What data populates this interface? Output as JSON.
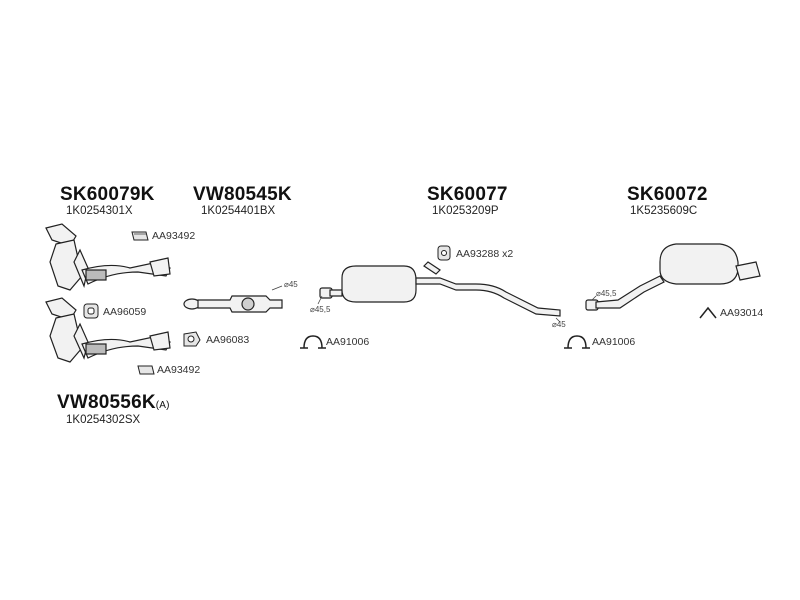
{
  "groups": [
    {
      "code": "SK60079K",
      "ref": "1K0254301X"
    },
    {
      "code": "VW80545K",
      "ref": "1K0254401BX"
    },
    {
      "code": "SK60077",
      "ref": "1K0253209P"
    },
    {
      "code": "SK60072",
      "ref": "1K5235609C"
    },
    {
      "code": "VW80556K",
      "suffix": "(A)",
      "ref": "1K0254302SX"
    }
  ],
  "parts": {
    "bolt_upper": "AA93492",
    "gasket_square": "AA96059",
    "gasket_oval": "AA96083",
    "bolt_lower": "AA93492",
    "clamp_front": "AA91006",
    "hanger_mid": "AA93288 x2",
    "clamp_rear": "AA91006",
    "hanger_rear": "AA93014"
  },
  "dimensions": {
    "d1": "⌀45",
    "d2": "⌀45,5",
    "d3": "⌀45",
    "d4": "⌀45,5"
  }
}
